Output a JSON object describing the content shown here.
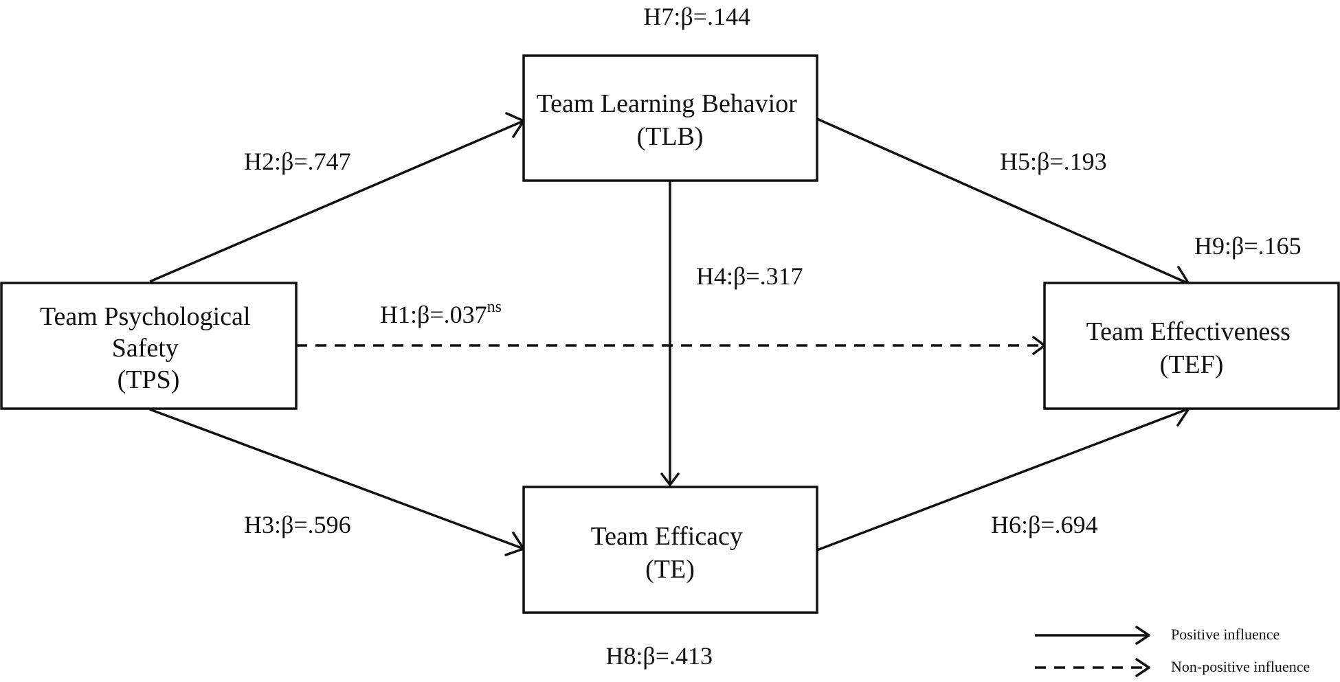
{
  "nodes": {
    "tps": {
      "lines": [
        "Team Psychological",
        "Safety",
        "(TPS)"
      ]
    },
    "tlb": {
      "lines": [
        "Team Learning Behavior",
        "(TLB)"
      ]
    },
    "te": {
      "lines": [
        "Team Efficacy",
        "(TE)"
      ]
    },
    "tef": {
      "lines": [
        "Team Effectiveness",
        "(TEF)"
      ]
    }
  },
  "paths": {
    "h1": {
      "label": "H1:β=.037",
      "superscript": "ns",
      "style": "dashed"
    },
    "h2": {
      "label": "H2:β=.747",
      "style": "solid"
    },
    "h3": {
      "label": "H3:β=.596",
      "style": "solid"
    },
    "h4": {
      "label": "H4:β=.317",
      "style": "solid"
    },
    "h5": {
      "label": "H5:β=.193",
      "style": "solid"
    },
    "h6": {
      "label": "H6:β=.694",
      "style": "solid"
    },
    "h7": {
      "label": "H7:β=.144"
    },
    "h8": {
      "label": "H8:β=.413"
    },
    "h9": {
      "label": "H9:β=.165"
    }
  },
  "legend": {
    "positive": "Positive influence",
    "non_positive": "Non-positive influence"
  },
  "colors": {
    "line": "#111111",
    "background": "#ffffff"
  }
}
